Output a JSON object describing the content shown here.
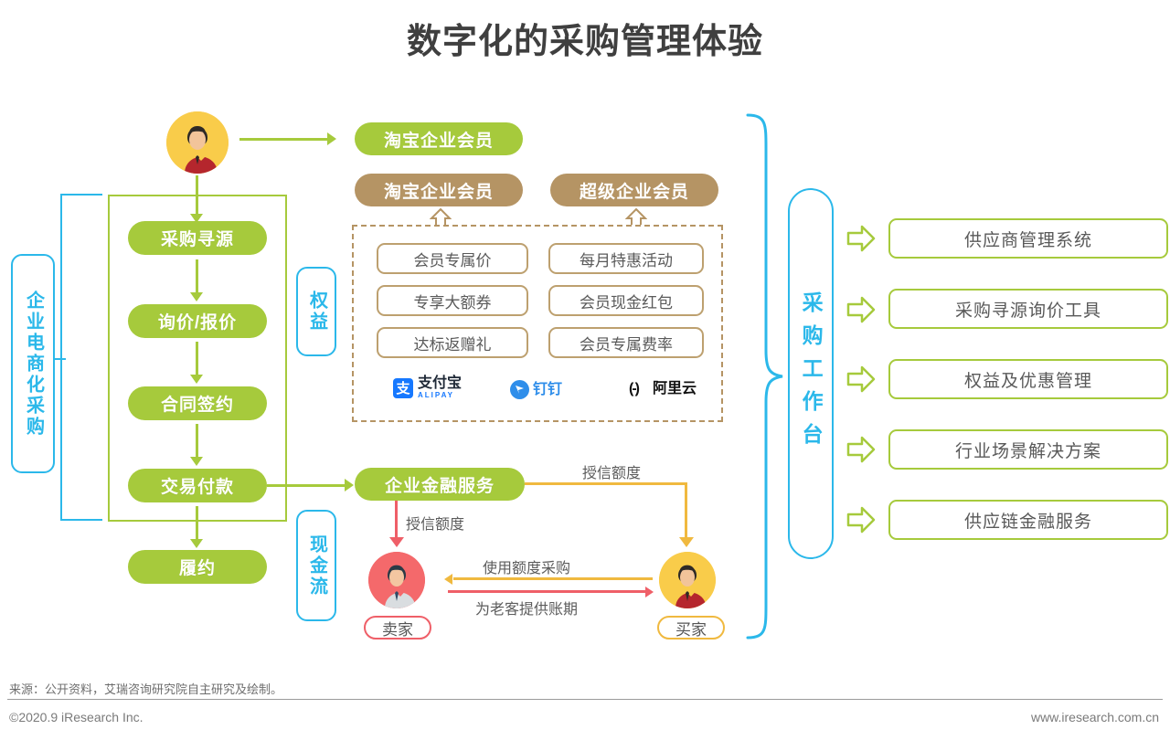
{
  "title": "数字化的采购管理体验",
  "left_flow": {
    "side_label": "企业电商化采购",
    "steps": [
      {
        "label": "采购寻源"
      },
      {
        "label": "询价/报价"
      },
      {
        "label": "合同签约"
      },
      {
        "label": "交易付款"
      },
      {
        "label": "履约"
      }
    ]
  },
  "vertical_tags": {
    "benefits": "权益",
    "cashflow": "现金流",
    "workbench": "采购工作台"
  },
  "membership": {
    "top_pill": "淘宝企业会员",
    "tier_left": "淘宝企业会员",
    "tier_right": "超级企业会员",
    "benefits_left": [
      "会员专属价",
      "专享大额券",
      "达标返赠礼"
    ],
    "benefits_right": [
      "每月特惠活动",
      "会员现金红包",
      "会员专属费率"
    ],
    "logos": [
      {
        "name": "alipay",
        "mark": "支",
        "text": "支付宝",
        "sub": "ALIPAY"
      },
      {
        "name": "dingtalk",
        "mark": "◤",
        "text": "钉钉",
        "sub": ""
      },
      {
        "name": "aliyun",
        "mark": "(-)",
        "text": "阿里云",
        "sub": ""
      }
    ]
  },
  "finance": {
    "service_pill": "企业金融服务",
    "credit_to_seller": "授信额度",
    "credit_to_buyer": "授信额度",
    "seller_label": "卖家",
    "buyer_label": "买家",
    "flow_top": "使用额度采购",
    "flow_bottom": "为老客提供账期"
  },
  "workbench_items": [
    "供应商管理系统",
    "采购寻源询价工具",
    "权益及优惠管理",
    "行业场景解决方案",
    "供应链金融服务"
  ],
  "footer": {
    "source": "来源：公开资料，艾瑞咨询研究院自主研究及绘制。",
    "copyright": "©2020.9 iResearch Inc.",
    "website": "www.iresearch.com.cn"
  },
  "colors": {
    "green": "#a6ca3c",
    "blue": "#2bb8ea",
    "tan": "#b59464",
    "orange": "#f0b93f",
    "red": "#ef5f68",
    "yellow": "#f9cc4a"
  }
}
